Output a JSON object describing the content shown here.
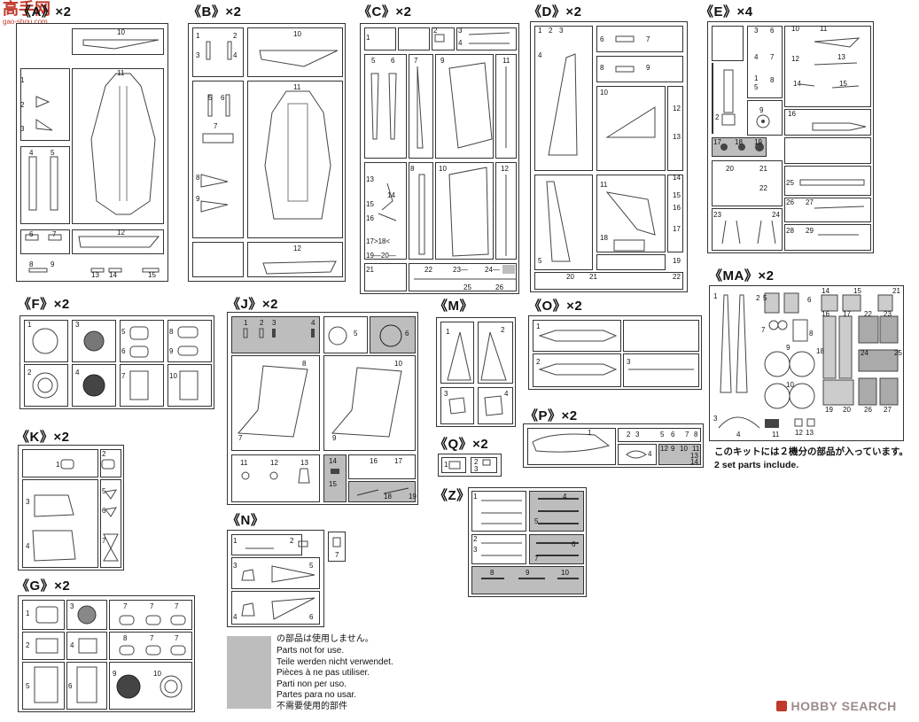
{
  "watermark_top": {
    "cn": "高手网",
    "url": "gao-shou.com"
  },
  "watermark_bottom": {
    "brand": "HOBBY SEARCH"
  },
  "sections": {
    "A": "《A》×2",
    "B": "《B》×2",
    "C": "《C》×2",
    "D": "《D》×2",
    "E": "《E》×4",
    "F": "《F》×2",
    "J": "《J》×2",
    "M": "《M》",
    "O": "《O》×2",
    "MA": "《MA》×2",
    "K": "《K》×2",
    "Q": "《Q》×2",
    "P": "《P》×2",
    "N": "《N》",
    "Z": "《Z》",
    "G": "《G》×2"
  },
  "labels": {
    "A": [
      "10",
      "11",
      "1",
      "2",
      "3",
      "4",
      "5",
      "6",
      "7",
      "12",
      "8",
      "9",
      "13",
      "14",
      "15"
    ],
    "B": [
      "1",
      "2",
      "3",
      "4",
      "10",
      "11",
      "5",
      "6",
      "7",
      "8",
      "9",
      "12"
    ],
    "C": [
      "1",
      "2",
      "3",
      "4",
      "5",
      "6",
      "7",
      "9",
      "11",
      "8",
      "10",
      "12",
      "13",
      "14",
      "15",
      "16",
      "17>18<",
      "19—20—",
      "21",
      "22",
      "23—",
      "24—",
      "25",
      "26"
    ],
    "D": [
      "1",
      "2",
      "3",
      "4",
      "6",
      "7",
      "8",
      "9",
      "10",
      "11",
      "12",
      "13",
      "14",
      "15",
      "16",
      "17",
      "18",
      "19",
      "5",
      "20",
      "21",
      "22"
    ],
    "E": [
      "3",
      "6",
      "10",
      "11",
      "4",
      "7",
      "1",
      "5",
      "8",
      "12",
      "13",
      "14",
      "15",
      "2",
      "9",
      "16",
      "17",
      "18",
      "19",
      "20",
      "21",
      "22",
      "25",
      "26",
      "27",
      "23",
      "24",
      "28",
      "29"
    ],
    "F": [
      "1",
      "3",
      "5",
      "6",
      "8",
      "9",
      "2",
      "4",
      "7",
      "10"
    ],
    "J": [
      "1",
      "2",
      "3",
      "4",
      "5",
      "6",
      "8",
      "10",
      "7",
      "9",
      "11",
      "12",
      "13",
      "14",
      "15",
      "16",
      "17",
      "18",
      "19"
    ],
    "M": [
      "1",
      "2",
      "3",
      "4"
    ],
    "O": [
      "1",
      "2",
      "3"
    ],
    "MA": [
      "1",
      "2",
      "5",
      "6",
      "14",
      "15",
      "21",
      "7",
      "8",
      "16",
      "17",
      "22",
      "23",
      "9",
      "18",
      "24",
      "25",
      "10",
      "19",
      "20",
      "26",
      "27",
      "3",
      "4",
      "11",
      "12",
      "13"
    ],
    "K": [
      "1",
      "2",
      "3",
      "5",
      "6",
      "4",
      "7"
    ],
    "Q": [
      "1",
      "2",
      "3"
    ],
    "P": [
      "1",
      "2",
      "3",
      "5",
      "6",
      "7",
      "8",
      "4",
      "12",
      "9",
      "10",
      "11",
      "13",
      "14"
    ],
    "N": [
      "1",
      "2",
      "3",
      "5",
      "4",
      "6",
      "7"
    ],
    "Z": [
      "1",
      "2",
      "3",
      "4",
      "5",
      "6",
      "7",
      "8",
      "9",
      "10"
    ],
    "G": [
      "1",
      "3",
      "7",
      "7",
      "7",
      "2",
      "4",
      "8",
      "7",
      "7",
      "5",
      "6",
      "9",
      "10"
    ]
  },
  "kit_note": {
    "line1": "このキットには２機分の部品が入っています。",
    "line2": "2 set parts include."
  },
  "legend": [
    "の部品は使用しません。",
    "Parts not for use.",
    "Teile werden nicht verwendet.",
    "Pièces à ne pas utiliser.",
    "Parti non per uso.",
    "Partes para no usar.",
    "不需要使用的部件"
  ]
}
